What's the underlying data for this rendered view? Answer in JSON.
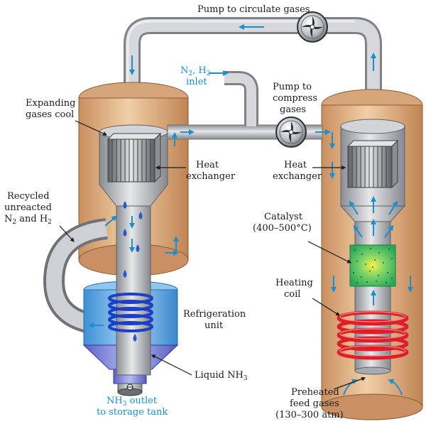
{
  "labels": {
    "pump_circulate": "Pump to circulate gases",
    "inlet_line1_a": "N",
    "inlet_line1_sub1": "2",
    "inlet_line1_b": ", H",
    "inlet_line1_sub2": "2",
    "inlet_line2": "inlet",
    "pump_compress_1": "Pump to",
    "pump_compress_2": "compress",
    "pump_compress_3": "gases",
    "expanding_1": "Expanding",
    "expanding_2": "gases cool",
    "heat_exchanger_left_1": "Heat",
    "heat_exchanger_left_2": "exchanger",
    "heat_exchanger_right_1": "Heat",
    "heat_exchanger_right_2": "exchanger",
    "recycled_1": "Recycled",
    "recycled_2": "unreacted",
    "recycled_3_a": "N",
    "recycled_3_sub1": "2",
    "recycled_3_b": " and H",
    "recycled_3_sub2": "2",
    "catalyst_1": "Catalyst",
    "catalyst_2": "(400–500°C)",
    "heating_1": "Heating",
    "heating_2": "coil",
    "refrigeration_1": "Refrigeration",
    "refrigeration_2": "unit",
    "liquid_a": "Liquid NH",
    "liquid_sub": "3",
    "outlet_1_a": "NH",
    "outlet_1_sub": "3",
    "outlet_1_b": " outlet",
    "outlet_2": "to storage tank",
    "preheated_1": "Preheated",
    "preheated_2": "feed gases",
    "preheated_3": "(130–300 atm)"
  },
  "colors": {
    "tank": "#e2b48a",
    "pipe": "#b9bcc0",
    "arrow": "#1a8fd0",
    "coil": "#e01e2a",
    "blue_coil": "#1d4fd0",
    "catalyst": "#3fbf6a",
    "refrigeration": "#5aa8e6",
    "text_blue": "#1a8fd0"
  },
  "icons": [
    "pump-icon",
    "droplet-icon",
    "flow-arrow-icon"
  ]
}
